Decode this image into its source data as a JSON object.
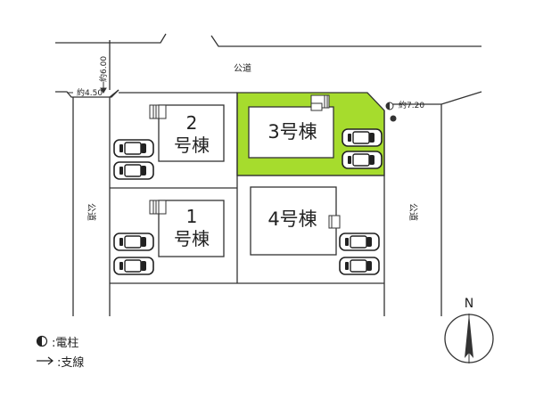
{
  "roads": {
    "north_label": "公道",
    "west_label": "公道",
    "east_label": "公道",
    "width_north": "約6.00",
    "width_west": "約4.50",
    "width_east": "約7.20"
  },
  "lots": [
    {
      "id": "2",
      "label_line1": "2",
      "label_line2": "号棟",
      "highlighted": false
    },
    {
      "id": "3",
      "label_line1": "3号棟",
      "label_line2": "",
      "highlighted": true
    },
    {
      "id": "1",
      "label_line1": "1",
      "label_line2": "号棟",
      "highlighted": false
    },
    {
      "id": "4",
      "label_line1": "4号棟",
      "label_line2": "",
      "highlighted": false
    }
  ],
  "colors": {
    "highlight": "#a6dc2d",
    "line": "#333333"
  },
  "compass": {
    "label": "N"
  },
  "legend": {
    "pole_label": ":電柱",
    "stay_label": ":支線"
  }
}
